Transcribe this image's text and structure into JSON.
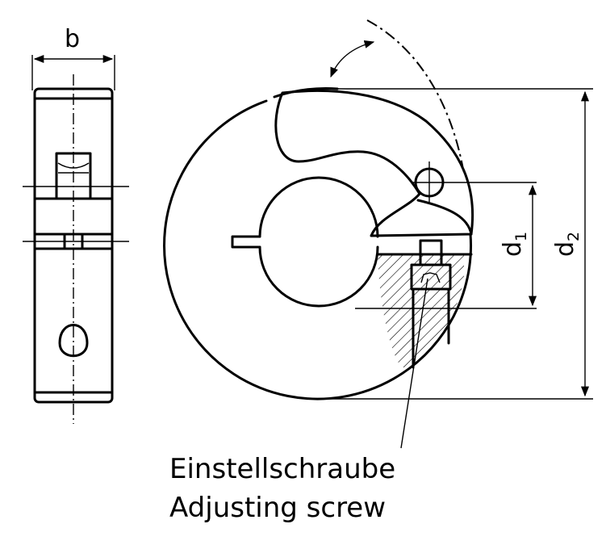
{
  "labels": {
    "width": "b",
    "inner_diameter": {
      "letter": "d",
      "index": "1"
    },
    "outer_diameter": {
      "letter": "d",
      "index": "2"
    }
  },
  "caption": {
    "german": "Einstellschraube",
    "english": "Adjusting screw"
  }
}
